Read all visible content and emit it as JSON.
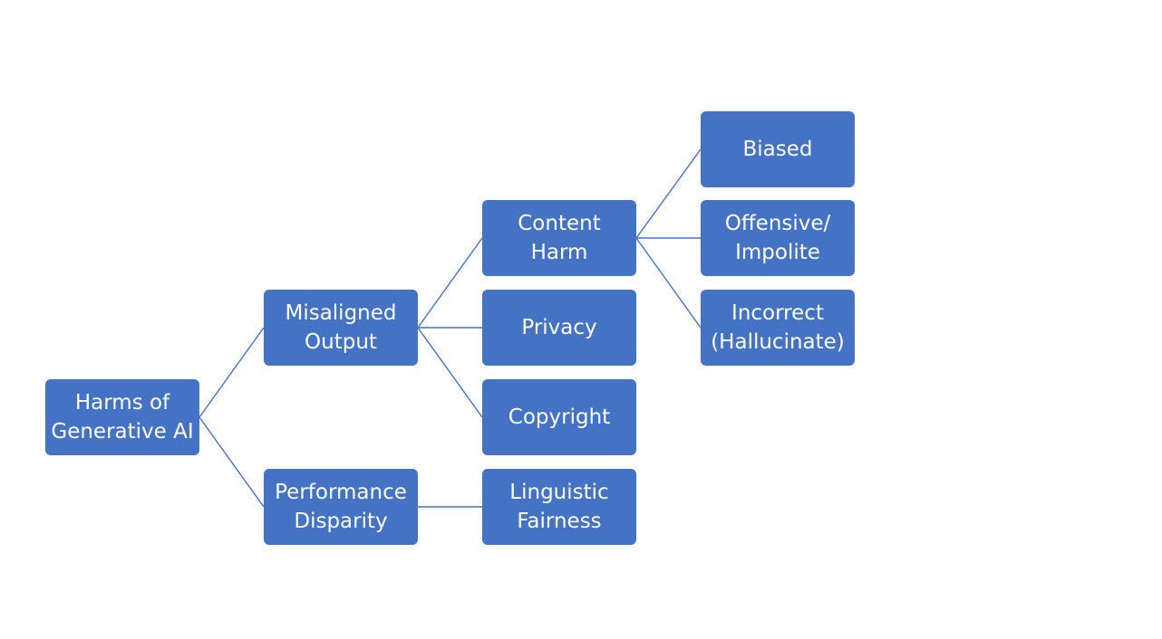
{
  "nodes": {
    "root": {
      "lines": [
        "Harms of",
        "Generative AI"
      ]
    },
    "misaligned_output": {
      "lines": [
        "Misaligned",
        "Output"
      ]
    },
    "performance_disparity": {
      "lines": [
        "Performance",
        "Disparity"
      ]
    },
    "content_harm": {
      "lines": [
        "Content",
        "Harm"
      ]
    },
    "privacy": {
      "lines": [
        "Privacy"
      ]
    },
    "copyright": {
      "lines": [
        "Copyright"
      ]
    },
    "linguistic_fairness": {
      "lines": [
        "Linguistic",
        "Fairness"
      ]
    },
    "biased": {
      "lines": [
        "Biased"
      ]
    },
    "offensive_impolite": {
      "lines": [
        "Offensive/",
        "Impolite"
      ]
    },
    "incorrect_hallucinate": {
      "lines": [
        "Incorrect",
        "(Hallucinate)"
      ]
    }
  },
  "colors": {
    "node_fill": "#4472c4",
    "node_text": "#ffffff",
    "connector": "#4472c4",
    "background": "#ffffff"
  }
}
